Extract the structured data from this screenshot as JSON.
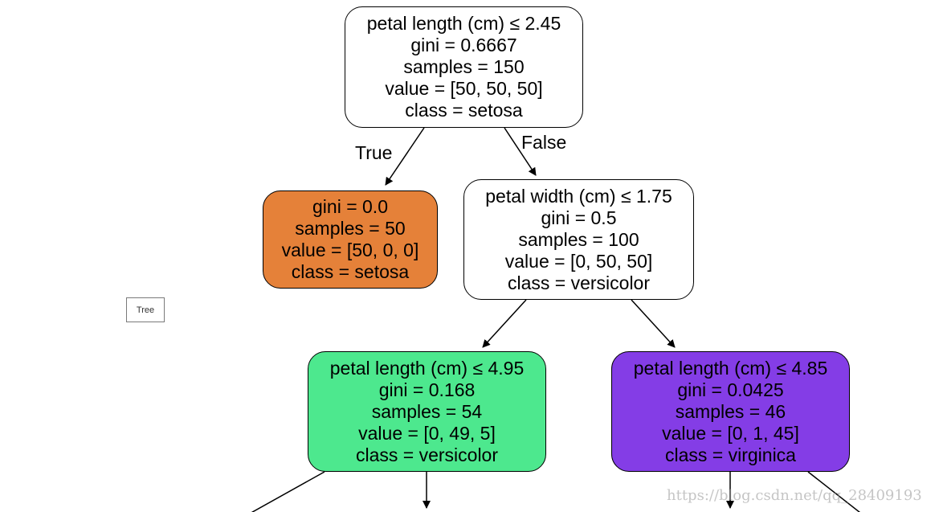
{
  "tree_tab": {
    "label": "Tree"
  },
  "edge_labels": {
    "true_label": "True",
    "false_label": "False"
  },
  "nodes": {
    "root": {
      "condition": "petal length (cm) ≤ 2.45",
      "gini": "gini = 0.6667",
      "samples": "samples = 150",
      "value": "value = [50, 50, 50]",
      "class": "class = setosa",
      "fill": "#ffffff"
    },
    "setosa_leaf": {
      "gini": "gini = 0.0",
      "samples": "samples = 50",
      "value": "value = [50, 0, 0]",
      "class": "class = setosa",
      "fill": "#e58139"
    },
    "width_split": {
      "condition": "petal width (cm) ≤ 1.75",
      "gini": "gini = 0.5",
      "samples": "samples = 100",
      "value": "value = [0, 50, 50]",
      "class": "class = versicolor",
      "fill": "#ffffff"
    },
    "versicolor_split": {
      "condition": "petal length (cm) ≤ 4.95",
      "gini": "gini = 0.168",
      "samples": "samples = 54",
      "value": "value = [0, 49, 5]",
      "class": "class = versicolor",
      "fill": "#4de88e"
    },
    "virginica_split": {
      "condition": "petal length (cm) ≤ 4.85",
      "gini": "gini = 0.0425",
      "samples": "samples = 46",
      "value": "value = [0, 1, 45]",
      "class": "class = virginica",
      "fill": "#843de6"
    }
  },
  "watermark": "https://blog.csdn.net/qq_28409193"
}
